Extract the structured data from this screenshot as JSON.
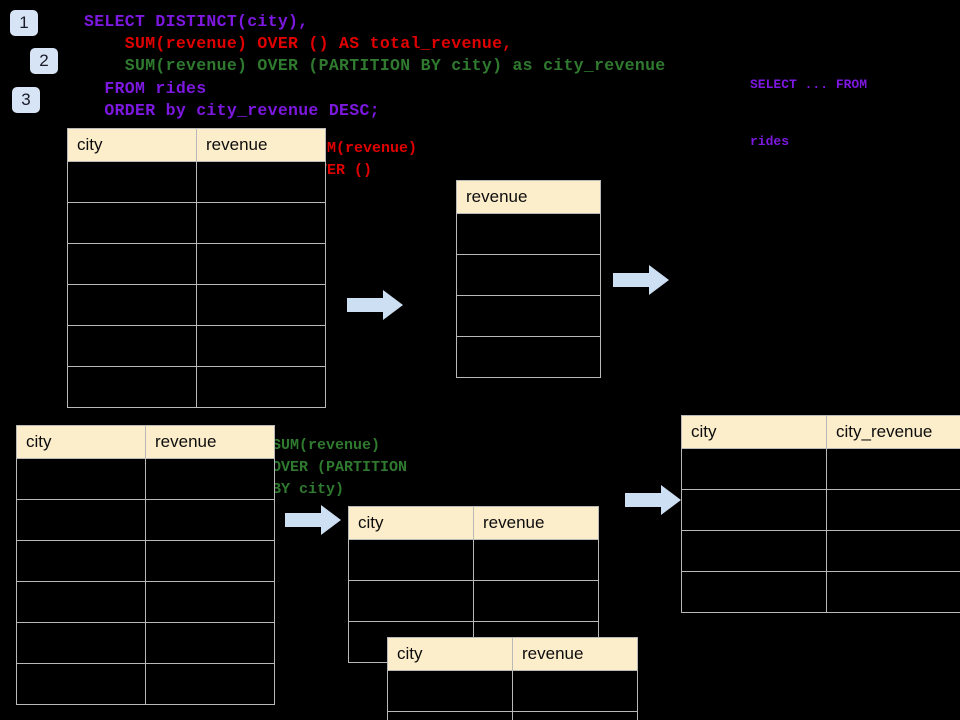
{
  "steps": [
    {
      "label": "1"
    },
    {
      "label": "2"
    },
    {
      "label": "3"
    }
  ],
  "sql": {
    "line1": "SELECT DISTINCT(city),",
    "line2": "    SUM(revenue) OVER () AS total_revenue,",
    "line3": "    SUM(revenue) OVER (PARTITION BY city) as city_revenue",
    "line4": "  FROM rides",
    "line5": "  ORDER by city_revenue DESC;"
  },
  "sidenote": {
    "line1": "SELECT ... FROM",
    "line2": "rides"
  },
  "annotations": {
    "over_empty": "SUM(revenue)\nOVER ()",
    "over_partition": "SUM(revenue)\nOVER (PARTITION\nBY city)"
  },
  "tables": {
    "source_top": {
      "headers": [
        "city",
        "revenue"
      ],
      "row_count": 6,
      "rows": [
        [
          "",
          ""
        ],
        [
          "",
          ""
        ],
        [
          "",
          ""
        ],
        [
          "",
          ""
        ],
        [
          "",
          ""
        ],
        [
          "",
          ""
        ]
      ]
    },
    "total_revenue": {
      "headers": [
        "revenue"
      ],
      "row_count": 4,
      "rows": [
        [
          ""
        ],
        [
          ""
        ],
        [
          ""
        ],
        [
          ""
        ]
      ]
    },
    "source_bottom": {
      "headers": [
        "city",
        "revenue"
      ],
      "row_count": 6,
      "rows": [
        [
          "",
          ""
        ],
        [
          "",
          ""
        ],
        [
          "",
          ""
        ],
        [
          "",
          ""
        ],
        [
          "",
          ""
        ],
        [
          "",
          ""
        ]
      ]
    },
    "partition_back": {
      "headers": [
        "city",
        "revenue"
      ],
      "row_count": 3,
      "rows": [
        [
          "",
          ""
        ],
        [
          "",
          ""
        ],
        [
          "",
          ""
        ]
      ]
    },
    "partition_front": {
      "headers": [
        "city",
        "revenue"
      ],
      "row_count": 2,
      "rows": [
        [
          "",
          ""
        ],
        [
          "",
          ""
        ]
      ]
    },
    "result": {
      "headers": [
        "city",
        "city_revenue"
      ],
      "row_count": 4,
      "rows": [
        [
          "",
          ""
        ],
        [
          "",
          ""
        ],
        [
          "",
          ""
        ],
        [
          "",
          ""
        ]
      ]
    }
  },
  "colors": {
    "background": "#000000",
    "header_fill": "#fdeecb",
    "grid_line": "#b9b9b9",
    "badge_fill": "#d6e4f5",
    "arrow_fill": "#cddff2",
    "sql_purple": "#7d18e0",
    "sql_red": "#e00000",
    "sql_green": "#2f7a2f"
  },
  "arrows": [
    {
      "name": "arrow-source-to-total"
    },
    {
      "name": "arrow-total-to-result"
    },
    {
      "name": "arrow-source-to-partition"
    },
    {
      "name": "arrow-partition-to-result"
    }
  ]
}
